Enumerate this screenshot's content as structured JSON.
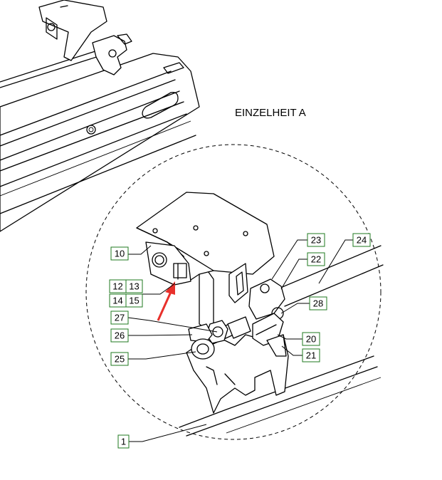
{
  "detail_title": "EINZELHEIT A",
  "callouts": {
    "c1": "1",
    "c10": "10",
    "c12": "12",
    "c13": "13",
    "c14": "14",
    "c15": "15",
    "c20": "20",
    "c21": "21",
    "c22": "22",
    "c23": "23",
    "c24": "24",
    "c25": "25",
    "c26": "26",
    "c27": "27",
    "c28": "28"
  },
  "colors": {
    "callout_border": "#1f7a1f",
    "arrow": "#e8302b",
    "line": "#000000"
  }
}
